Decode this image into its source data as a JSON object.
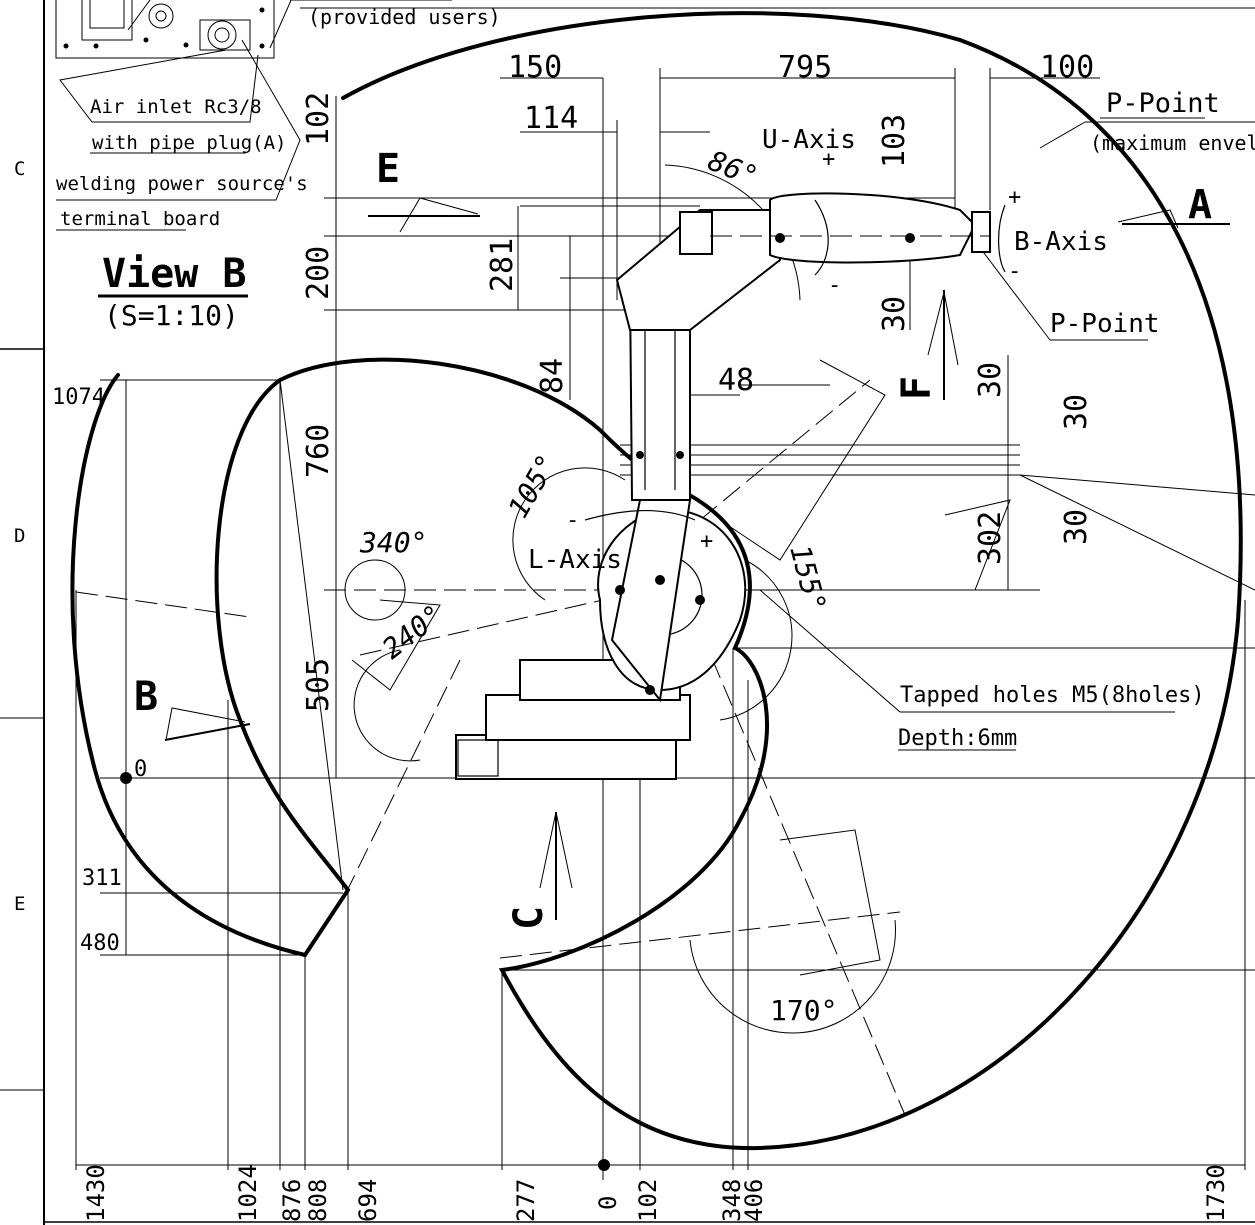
{
  "zones": {
    "c": "C",
    "d": "D",
    "e": "E"
  },
  "view_b": {
    "title": "View B",
    "scale": "(S=1:10)"
  },
  "notes": {
    "provided_users": "(provided users)",
    "air_inlet": "Air inlet Rc3/8",
    "pipe_plug": "with pipe plug(A)",
    "welding": "welding power source's",
    "terminal": "terminal board",
    "tapped": "Tapped holes M5(8holes)",
    "depth": "Depth:6mm",
    "p_point": "P-Point",
    "max_env": "(maximum envelop",
    "p_point2": "P-Point"
  },
  "axes": {
    "u": "U-Axis",
    "b": "B-Axis",
    "l": "L-Axis",
    "plus": "+",
    "minus": "-"
  },
  "section_marks": {
    "a": "A",
    "b": "B",
    "c": "C",
    "e": "E",
    "f": "F"
  },
  "dims_top": {
    "d150": "150",
    "d795": "795",
    "d100": "100",
    "d114": "114"
  },
  "dims_left": {
    "d102": "102",
    "d200": "200",
    "d281": "281",
    "d84": "84",
    "d760": "760",
    "d505": "505",
    "d103": "103",
    "d30a": "30",
    "d48": "48",
    "d30b": "30",
    "d30c": "30",
    "d30d": "30",
    "d302": "302"
  },
  "angles": {
    "a86": "86°",
    "a105": "105°",
    "a155": "155°",
    "a340": "340°",
    "a240": "240°",
    "a170": "170°"
  },
  "dims_side": {
    "d1074": "1074",
    "d0": "0",
    "d311": "311",
    "d480": "480"
  },
  "dims_bottom": {
    "d1430": "1430",
    "d1024": "1024",
    "d876": "876",
    "d808": "808",
    "d694": "694",
    "d277": "277",
    "d0": "0",
    "d102": "102",
    "d348": "348",
    "d406": "406",
    "d1730": "1730"
  }
}
